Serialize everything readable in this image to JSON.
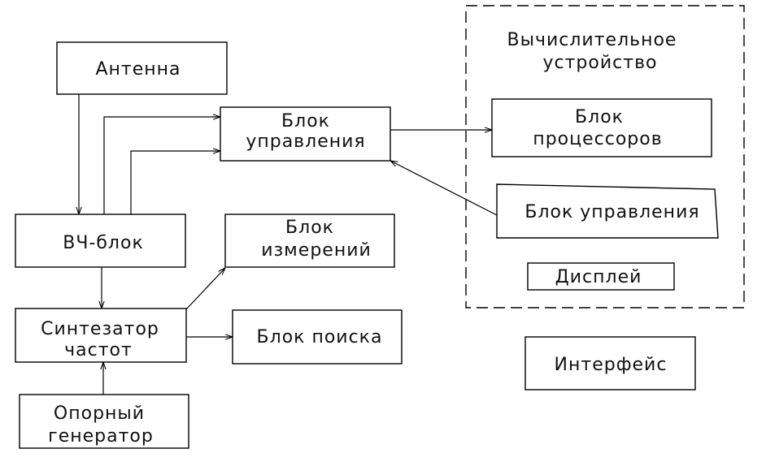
{
  "blocks": {
    "antenna": "Антенна",
    "control_1": "Блок",
    "control_2": "управления",
    "rf_block": "ВЧ-блок",
    "measure_1": "Блок",
    "measure_2": "измерений",
    "synth_1": "Синтезатор",
    "synth_2": "частот",
    "search": "Блок поиска",
    "ref_1": "Опорный",
    "ref_2": "генератор",
    "computer_1": "Вычислительное",
    "computer_2": "устройство",
    "processors_1": "Блок",
    "processors_2": "процессоров",
    "control_unit_inner": "Блок управления",
    "display": "Дисплей",
    "interface": "Интерфейс"
  }
}
